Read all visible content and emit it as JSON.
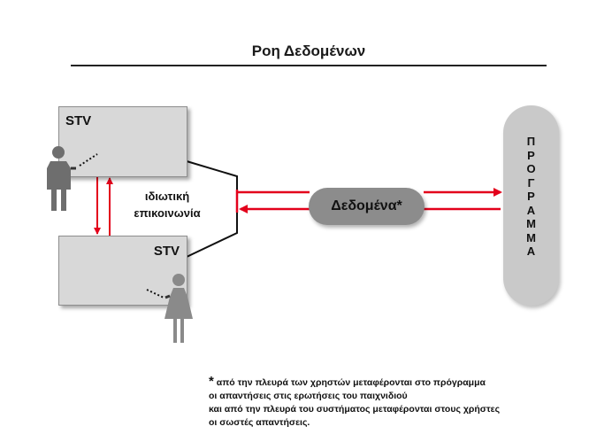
{
  "title": "Ροη Δεδομένων",
  "screens": {
    "top_label": "STV",
    "bottom_label": "STV"
  },
  "private_communication": {
    "line1": "ιδιωτική",
    "line2": "επικοινωνία"
  },
  "data_node": {
    "label": "Δεδομένα*"
  },
  "program_node": {
    "letters": [
      "Π",
      "Ρ",
      "Ο",
      "Γ",
      "Ρ",
      "Α",
      "Μ",
      "Μ",
      "Α"
    ]
  },
  "footnote": {
    "marker": "*",
    "line1": "από την πλευρά των χρηστών μεταφέρονται στο πρόγραμμα",
    "line2": "οι απαντήσεις στις ερωτήσεις του παιχνιδιού",
    "line3": "και από την πλευρά του συστήματος μεταφέρονται στους χρήστες",
    "line4": "οι σωστές απαντήσεις."
  },
  "colors": {
    "arrow_red": "#e3001b",
    "connector": "#111111",
    "screen_fill": "#d8d8d8",
    "data_pill": "#8c8c8c",
    "program_pill": "#c9c9c9",
    "person": "#6e6e6e"
  },
  "icons": {
    "male_user": "male-user-icon",
    "female_user": "female-user-icon"
  }
}
